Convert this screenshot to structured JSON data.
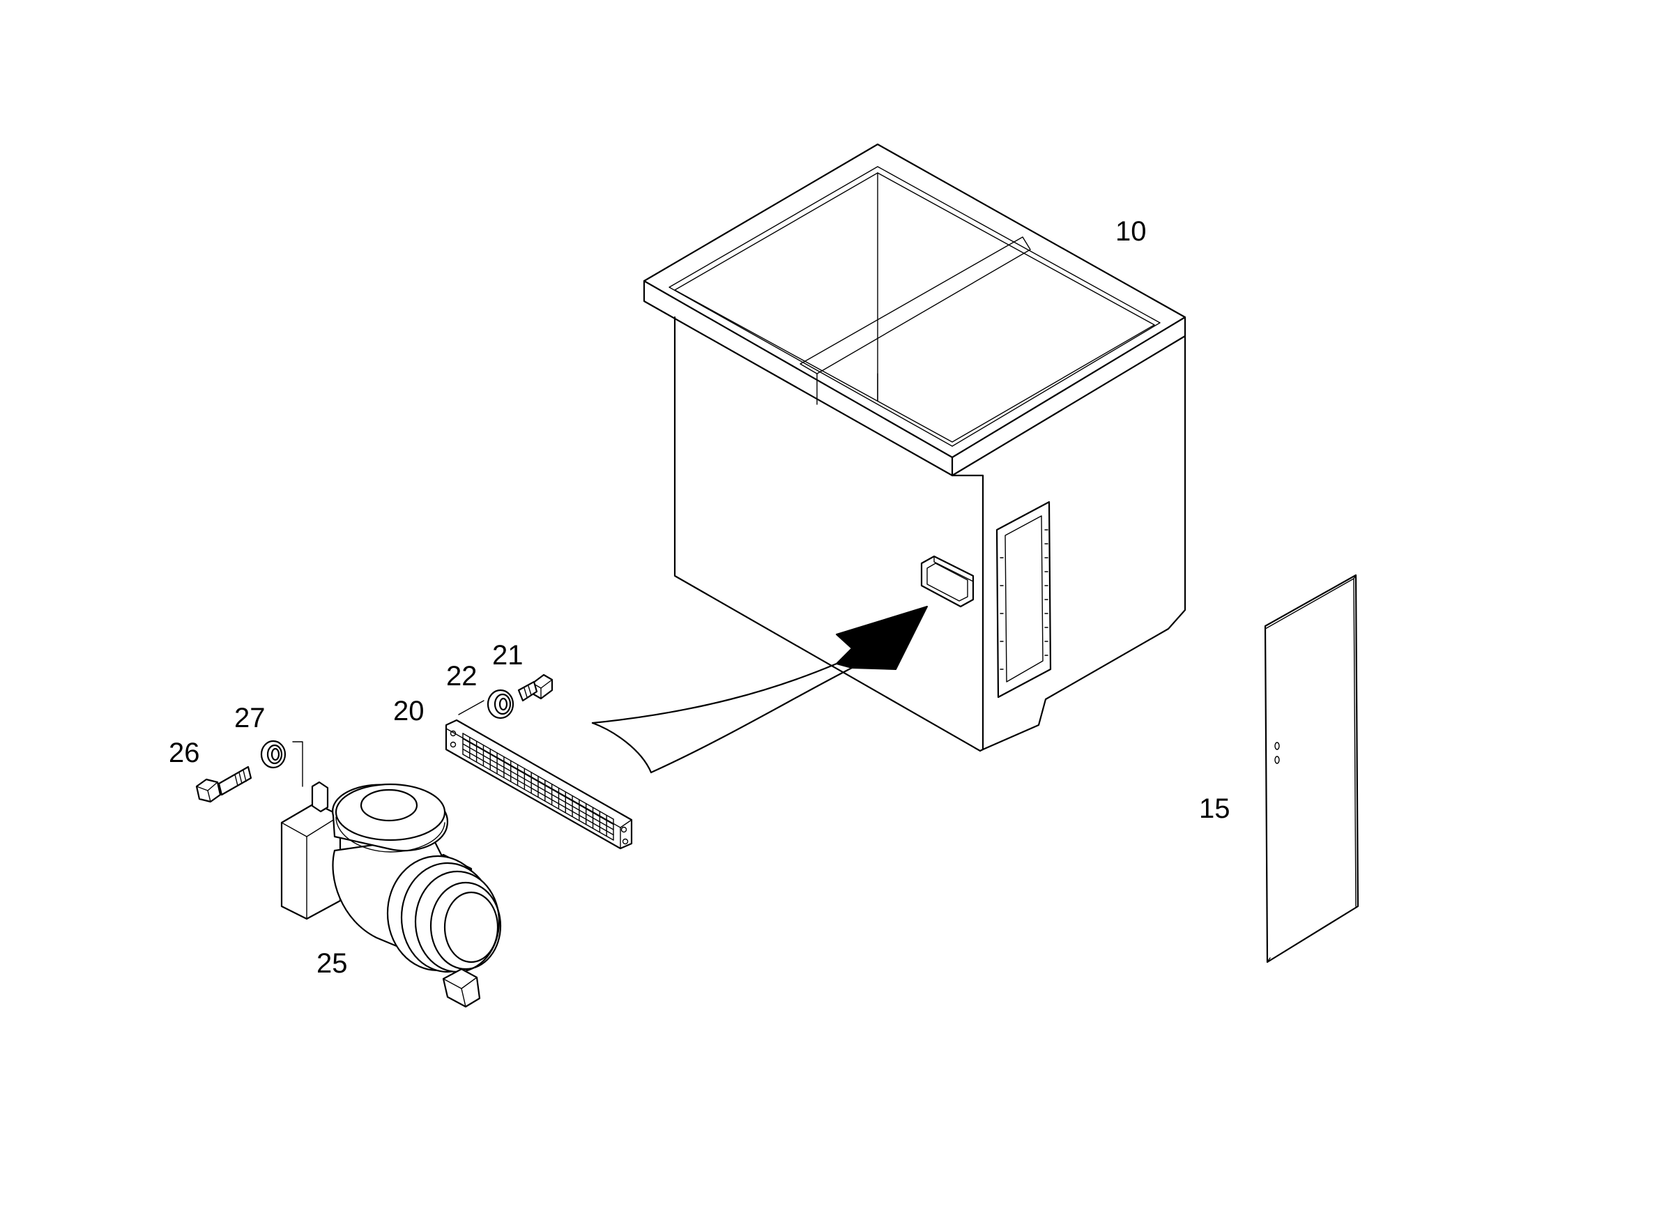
{
  "callouts": [
    {
      "id": "tub",
      "label": "10"
    },
    {
      "id": "door",
      "label": "15"
    },
    {
      "id": "grate",
      "label": "20"
    },
    {
      "id": "small-screw",
      "label": "21"
    },
    {
      "id": "small-washer",
      "label": "22"
    },
    {
      "id": "pump",
      "label": "25"
    },
    {
      "id": "bolt",
      "label": "26"
    },
    {
      "id": "bolt-washer",
      "label": "27"
    }
  ],
  "colors": {
    "line": "#000000",
    "background": "#ffffff"
  }
}
